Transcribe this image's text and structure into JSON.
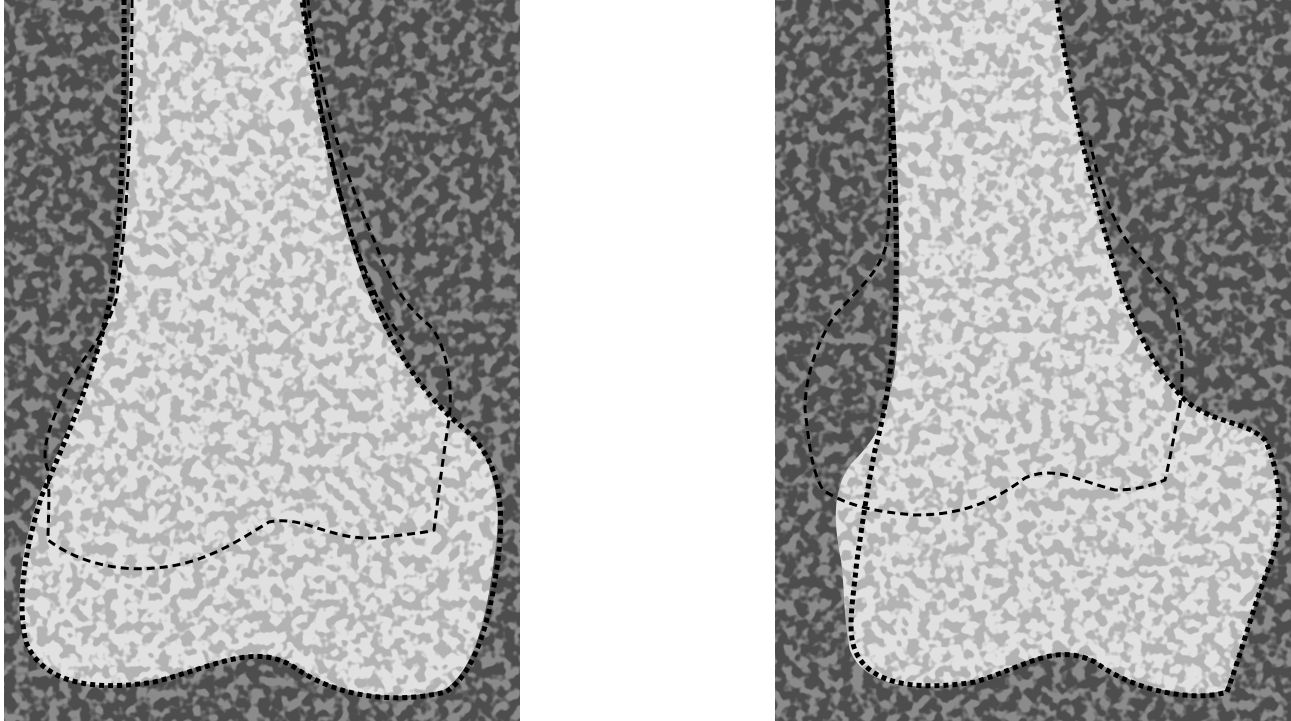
{
  "figure": {
    "panels": [
      {
        "id": "left",
        "label": "",
        "background_color": "#4d4d4d",
        "bone_color": "#b3b3b3",
        "texture_color": "#ffffff"
      },
      {
        "id": "right",
        "label": "",
        "background_color": "#4d4d4d",
        "bone_color": "#b3b3b3",
        "texture_color": "#ffffff"
      }
    ],
    "contour_styles": {
      "segmentation": "dotted-thick-black",
      "reference": "dashed-black"
    }
  }
}
